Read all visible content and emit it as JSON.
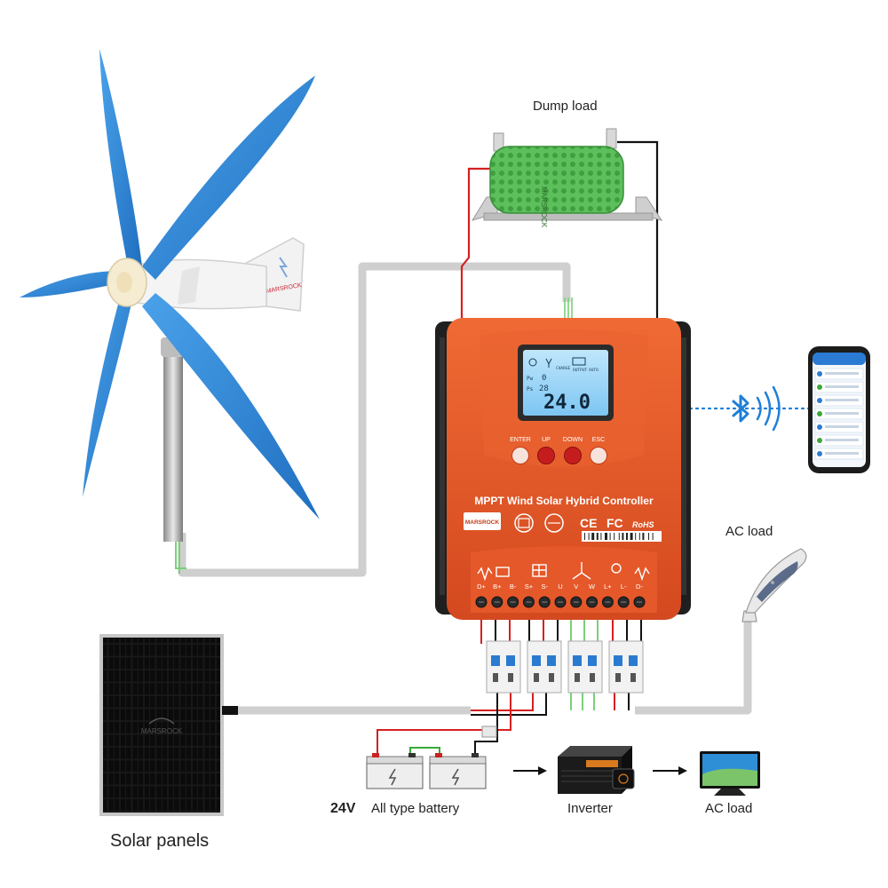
{
  "labels": {
    "dump_load": "Dump load",
    "ac_load_top": "AC load",
    "solar_panels": "Solar panels",
    "battery_voltage": "24V",
    "battery": "All type battery",
    "inverter": "Inverter",
    "ac_load_bottom": "AC load"
  },
  "controller": {
    "title": "MPPT Wind Solar Hybrid Controller",
    "brand": "MARSROCK",
    "cert_ce": "CE",
    "cert_fc": "FC",
    "cert_rohs": "RoHS",
    "buttons": [
      "ENTER",
      "UP",
      "DOWN",
      "ESC"
    ],
    "terminals": [
      "D+",
      "B+",
      "B-",
      "S+",
      "S-",
      "U",
      "V",
      "W",
      "L+",
      "L-",
      "D-"
    ],
    "lcd": {
      "main_value": "24.0",
      "row1_label": "Pw",
      "row1_value": "0",
      "row2_label": "Ps",
      "row2_value": "28",
      "charge": "CHARGE",
      "output": "OUTPUT",
      "mode": "AUTO"
    }
  },
  "colors": {
    "controller_orange": "#e2572a",
    "blade_blue": "#2f86d6",
    "wire_gray": "#cfcfcf",
    "wire_red": "#d62020",
    "wire_black": "#111111",
    "resistor_green": "#5cbf5c",
    "lcd_blue": "#8fd0f7",
    "bluetooth_blue": "#1e7fd8"
  },
  "icons": [
    "wind-turbine-icon",
    "solar-panel-icon",
    "battery-icon",
    "bluetooth-icon",
    "phone-icon",
    "street-lamp-icon",
    "inverter-icon",
    "tv-icon",
    "dump-load-resistor-icon",
    "breaker-icon"
  ]
}
